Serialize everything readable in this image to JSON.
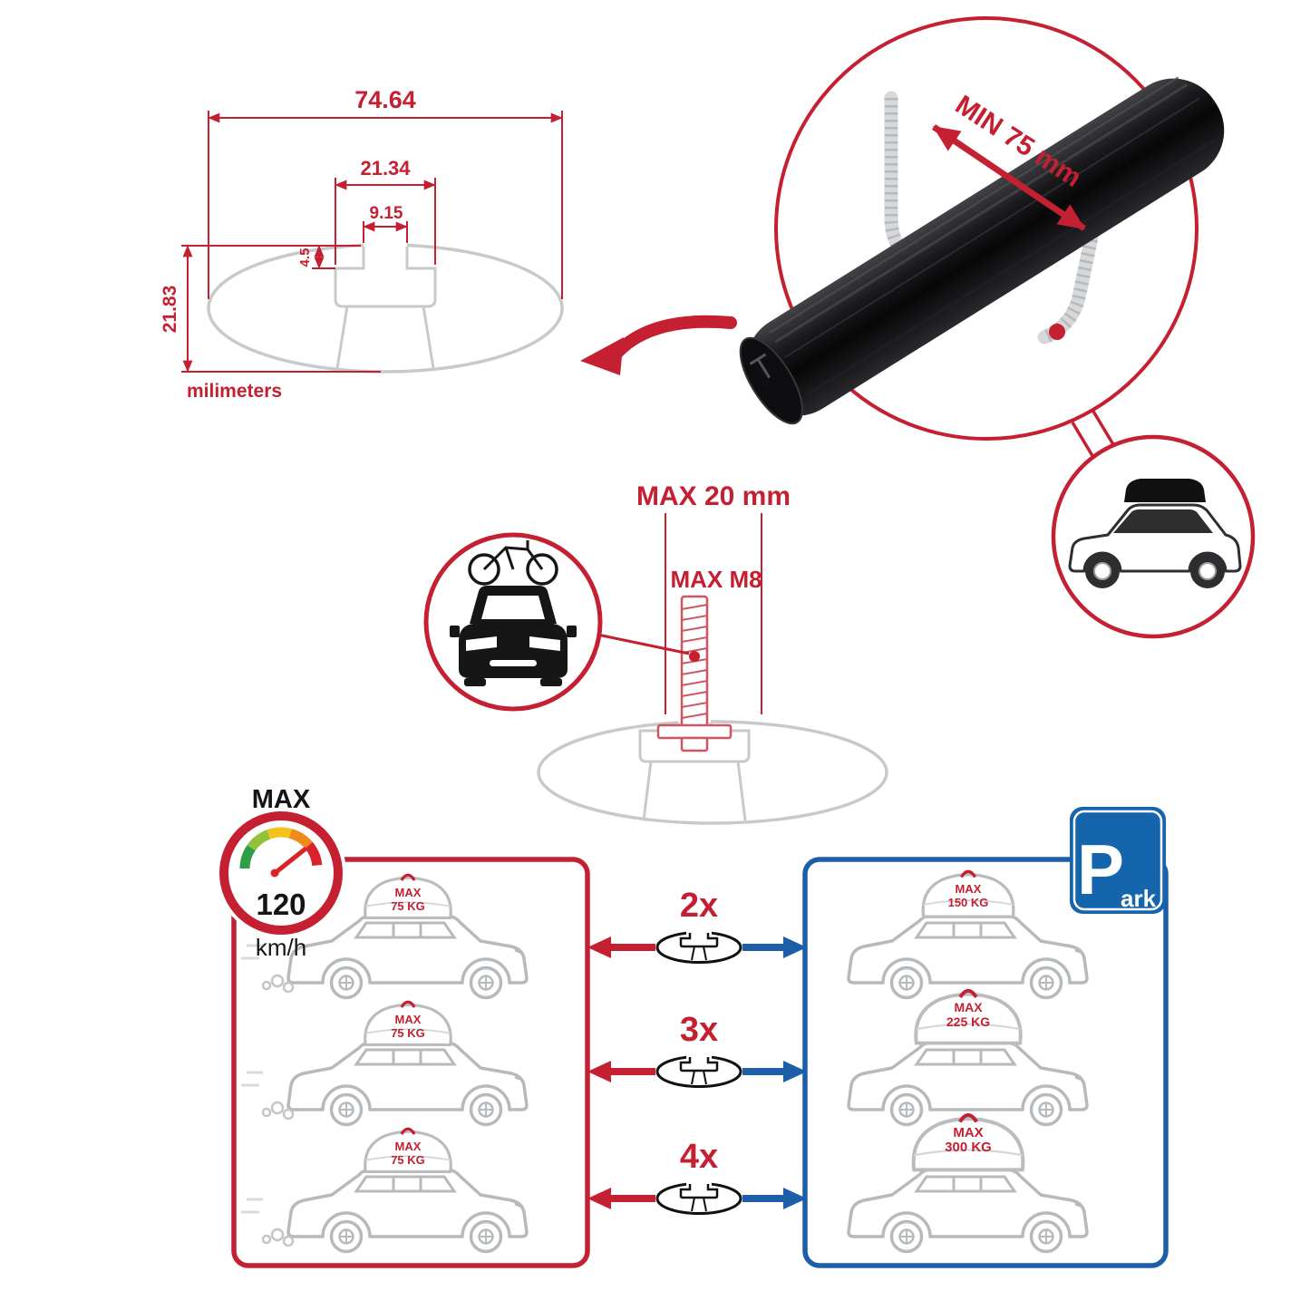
{
  "colors": {
    "accent_red": "#C42032",
    "accent_blue": "#1C5FA8",
    "park_blue": "#1565AD",
    "outline_gray": "#C7C9CB",
    "bar_black": "#0B0B0C"
  },
  "dims": {
    "outer_width": "74.64",
    "channel_width": "21.34",
    "slot_width": "9.15",
    "slot_depth": "4.5",
    "height": "21.83",
    "units": "milimeters"
  },
  "labels": {
    "min_span": "MIN 75 mm",
    "max_length": "MAX 20 mm",
    "max_thread": "MAX M8"
  },
  "speed": {
    "label": "MAX",
    "value": "120",
    "unit": "km/h"
  },
  "park": {
    "big": "P",
    "rest": "ark"
  },
  "options": [
    {
      "count": "2x",
      "red_car": {
        "max": "MAX",
        "kg": "75 KG"
      },
      "blue_car": {
        "max": "MAX",
        "kg": "150 KG"
      }
    },
    {
      "count": "3x",
      "red_car": {
        "max": "MAX",
        "kg": "75 KG"
      },
      "blue_car": {
        "max": "MAX",
        "kg": "225 KG"
      }
    },
    {
      "count": "4x",
      "red_car": {
        "max": "MAX",
        "kg": "75 KG"
      },
      "blue_car": {
        "max": "MAX",
        "kg": "300 KG"
      }
    }
  ]
}
